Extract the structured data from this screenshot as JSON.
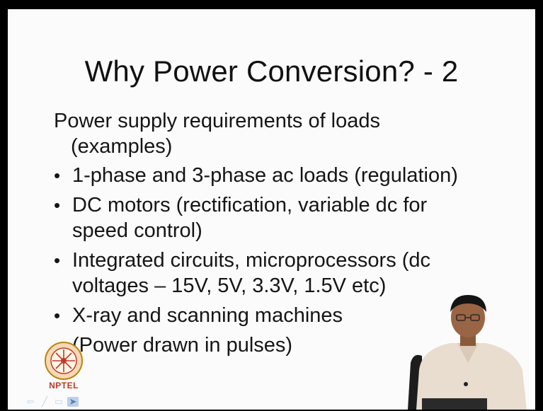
{
  "slide": {
    "title": "Why Power Conversion? - 2",
    "intro_line1": "Power supply requirements of loads",
    "intro_line2": "(examples)",
    "bullets": [
      {
        "line1": "1-phase and 3-phase ac loads (regulation)",
        "line2": ""
      },
      {
        "line1": "DC motors (rectification, variable dc for",
        "line2": "speed control)"
      },
      {
        "line1": "Integrated circuits, microprocessors (dc",
        "line2": "voltages – 15V, 5V, 3.3V, 1.5V etc)"
      },
      {
        "line1": "X-ray and scanning machines",
        "line2": ""
      }
    ],
    "sub_note": "(Power drawn in pulses)"
  },
  "logo": {
    "text": "NPTEL",
    "color": "#c0392b"
  },
  "nav": {
    "icons": [
      "prev-arrow-icon",
      "pen-icon",
      "menu-icon",
      "pointer-icon"
    ]
  },
  "colors": {
    "background": "#000000",
    "slide": "#fbfbfb",
    "text": "#151515"
  }
}
